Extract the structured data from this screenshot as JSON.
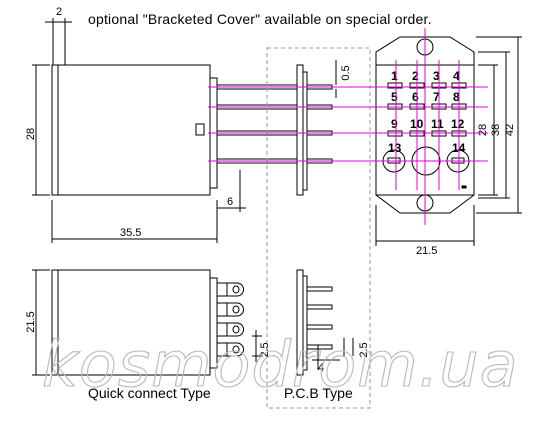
{
  "note": "optional \"Bracketed Cover\" available on special order.",
  "dimensions": {
    "cover_gap": "2",
    "height": "28",
    "length": "35.5",
    "pin_length": "6",
    "pin_thickness": "0.5",
    "width": "21.5",
    "mount_inner": "28",
    "mount_mid": "38",
    "mount_outer": "42",
    "pin_pitch": "2.5",
    "pin_pitch_b": "2.5",
    "pcb_pin": "4",
    "pcb_width": "21.5"
  },
  "pins": [
    "1",
    "2",
    "3",
    "4",
    "5",
    "6",
    "7",
    "8",
    "9",
    "10",
    "11",
    "12",
    "13",
    "14"
  ],
  "captions": {
    "quick_connect": "Quick connect Type",
    "pcb": "P.C.B Type"
  },
  "watermark": "kosmodrom.ua",
  "colors": {
    "guide": "#e000e0",
    "line": "#000000",
    "dash": "#9a9a9a",
    "watermark": "#b8b8b8"
  }
}
